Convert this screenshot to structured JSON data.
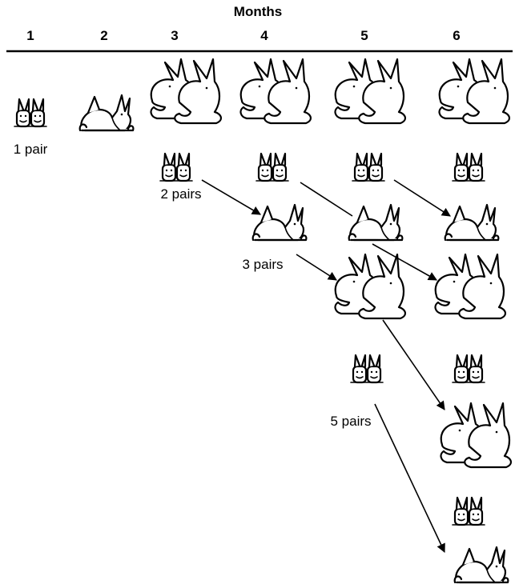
{
  "header": {
    "title": "Months",
    "months": [
      "1",
      "2",
      "3",
      "4",
      "5",
      "6"
    ]
  },
  "labels": {
    "month1": "1 pair",
    "month3": "2 pairs",
    "month4": "3 pairs",
    "month5": "5 pairs"
  },
  "rabbit_counts": {
    "babies": [
      1,
      0,
      1,
      1,
      2,
      3
    ],
    "young": [
      0,
      1,
      0,
      1,
      1,
      2
    ],
    "adults": [
      0,
      0,
      1,
      1,
      2,
      3
    ]
  },
  "colors": {
    "ink": "#000000",
    "paper": "#ffffff"
  }
}
